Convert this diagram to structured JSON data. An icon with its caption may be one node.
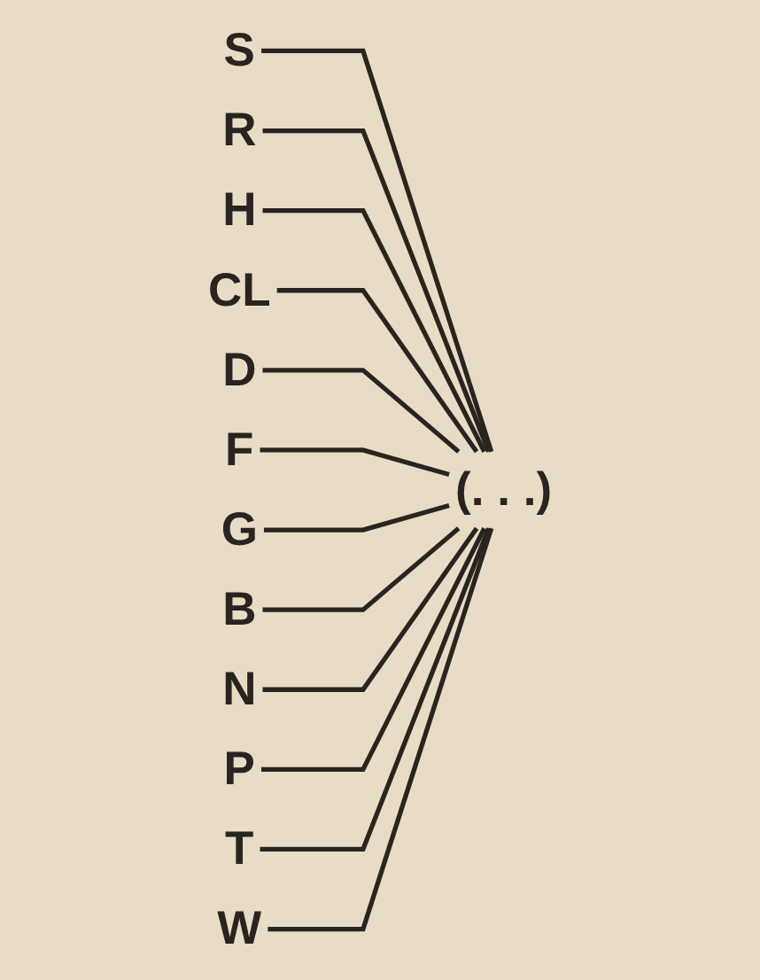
{
  "diagram": {
    "nodes": [
      {
        "text": [
          "S"
        ]
      },
      {
        "text": [
          "R"
        ]
      },
      {
        "text": [
          "H"
        ]
      },
      {
        "text": [
          "CL"
        ]
      },
      {
        "text": [
          "D"
        ]
      },
      {
        "text": [
          "F"
        ]
      },
      {
        "text": [
          "G"
        ]
      },
      {
        "text": [
          "B"
        ]
      },
      {
        "text": [
          "N"
        ]
      },
      {
        "text": [
          "P"
        ]
      },
      {
        "text": [
          "T"
        ]
      },
      {
        "text": [
          "W"
        ]
      },
      {
        "text": [
          "(. . .)"
        ]
      }
    ],
    "edges": [
      {
        "from": 0,
        "to": 12,
        "arrow": "none"
      },
      {
        "from": 1,
        "to": 12,
        "arrow": "none"
      },
      {
        "from": 2,
        "to": 12,
        "arrow": "none"
      },
      {
        "from": 3,
        "to": 12,
        "arrow": "none"
      },
      {
        "from": 4,
        "to": 12,
        "arrow": "none"
      },
      {
        "from": 5,
        "to": 12,
        "arrow": "none"
      },
      {
        "from": 6,
        "to": 12,
        "arrow": "none"
      },
      {
        "from": 7,
        "to": 12,
        "arrow": "none"
      },
      {
        "from": 8,
        "to": 12,
        "arrow": "none"
      },
      {
        "from": 9,
        "to": 12,
        "arrow": "none"
      },
      {
        "from": 10,
        "to": 12,
        "arrow": "none"
      },
      {
        "from": 11,
        "to": 12,
        "arrow": "none"
      }
    ]
  }
}
